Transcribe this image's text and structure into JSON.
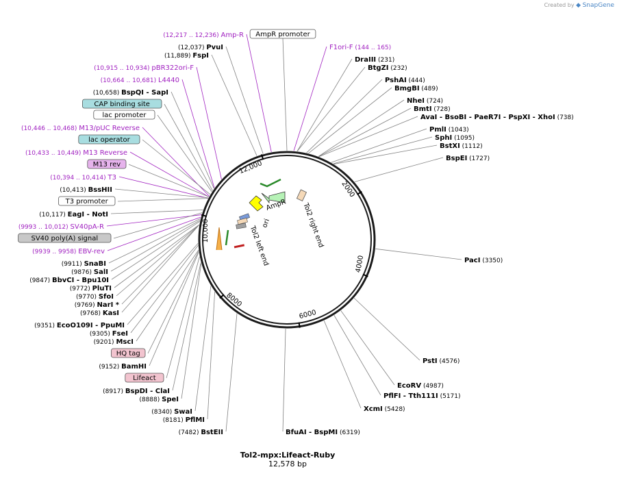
{
  "credit": {
    "prefix": "Created by",
    "brand": "SnapGene"
  },
  "plasmid": {
    "name": "Tol2-mpx:Lifeact-Ruby",
    "size_label": "12,578 bp",
    "length": 12578
  },
  "ticks": [
    "2000",
    "4000",
    "6000",
    "8000",
    "10,000",
    "12,000"
  ],
  "inner_features": [
    {
      "label": "AmpR",
      "color": "#c8f5c8"
    },
    {
      "label": "ori",
      "color": "#ffff00"
    },
    {
      "label": "Tol2 right end",
      "color": "#f5d9b8"
    },
    {
      "label": "Tol2 left end",
      "color": "#f5d9b8"
    }
  ],
  "labels": [
    {
      "id": "amp-r",
      "coord": "(12,217 .. 12,236)",
      "name": "Amp-R",
      "type": "purple",
      "pos": 12226
    },
    {
      "id": "pvui",
      "coord": "(12,037)",
      "name": "PvuI",
      "type": "enzyme",
      "pos": 12037
    },
    {
      "id": "fspi",
      "coord": "(11,889)",
      "name": "FspI",
      "type": "enzyme",
      "pos": 11889
    },
    {
      "id": "pbr322ori-f",
      "coord": "(10,915 .. 10,934)",
      "name": "pBR322ori-F",
      "type": "purple",
      "pos": 10925
    },
    {
      "id": "l4440",
      "coord": "(10,664 .. 10,681)",
      "name": "L4440",
      "type": "purple",
      "pos": 10672
    },
    {
      "id": "bspqi-sapi",
      "coord": "(10,658)",
      "name": "BspQI",
      "name2": "- SapI",
      "type": "enzyme",
      "pos": 10658
    },
    {
      "id": "cap-binding-site",
      "name": "CAP binding site",
      "type": "box",
      "bg": "#a8dde0",
      "pos": 10600
    },
    {
      "id": "lac-promoter",
      "name": "lac promoter",
      "type": "box",
      "bg": "#ffffff",
      "pos": 10570
    },
    {
      "id": "m13-puc-reverse",
      "coord": "(10,446 .. 10,468)",
      "name": "M13/pUC Reverse",
      "type": "purple",
      "pos": 10457
    },
    {
      "id": "lac-operator",
      "name": "lac operator",
      "type": "box",
      "bg": "#a8dde0",
      "pos": 10500
    },
    {
      "id": "m13-reverse",
      "coord": "(10,433 .. 10,449)",
      "name": "M13 Reverse",
      "type": "purple",
      "pos": 10441
    },
    {
      "id": "m13-rev",
      "name": "M13 rev",
      "type": "box",
      "bg": "#e6b3ec",
      "pos": 10440
    },
    {
      "id": "t3",
      "coord": "(10,394 .. 10,414)",
      "name": "T3",
      "type": "purple",
      "pos": 10404
    },
    {
      "id": "bsshii",
      "coord": "(10,413)",
      "name": "BssHII",
      "type": "enzyme",
      "pos": 10413
    },
    {
      "id": "t3-promoter",
      "name": "T3 promoter",
      "type": "box",
      "bg": "#ffffff",
      "pos": 10400
    },
    {
      "id": "eagi-noti",
      "coord": "(10,117)",
      "name": "EagI",
      "name2": "- NotI",
      "type": "enzyme",
      "pos": 10117
    },
    {
      "id": "sv40pa-r",
      "coord": "(9993 .. 10,012)",
      "name": "SV40pA-R",
      "type": "purple",
      "pos": 10002
    },
    {
      "id": "sv40-polya-signal",
      "name": "SV40 poly(A) signal",
      "type": "box",
      "bg": "#c8c8c8",
      "pos": 10050
    },
    {
      "id": "ebv-rev",
      "coord": "(9939 .. 9958)",
      "name": "EBV-rev",
      "type": "purple",
      "pos": 9948
    },
    {
      "id": "snabi",
      "coord": "(9911)",
      "name": "SnaBI",
      "type": "enzyme",
      "pos": 9911
    },
    {
      "id": "sali",
      "coord": "(9876)",
      "name": "SalI",
      "type": "enzyme",
      "pos": 9876
    },
    {
      "id": "bbvci-bpu10i",
      "coord": "(9847)",
      "name": "BbvCI",
      "name2": "- Bpu10I",
      "type": "enzyme",
      "pos": 9847
    },
    {
      "id": "plutI",
      "coord": "(9772)",
      "name": "PluTI",
      "type": "enzyme",
      "pos": 9772
    },
    {
      "id": "sfoi",
      "coord": "(9770)",
      "name": "SfoI",
      "type": "enzyme",
      "pos": 9770
    },
    {
      "id": "nari",
      "coord": "(9769)",
      "name": "NarI *",
      "type": "enzyme",
      "pos": 9769
    },
    {
      "id": "kasi",
      "coord": "(9768)",
      "name": "KasI",
      "type": "enzyme",
      "pos": 9768
    },
    {
      "id": "ecoo109i-ppumi",
      "coord": "(9351)",
      "name": "EcoO109I",
      "name2": "- PpuMI",
      "type": "enzyme",
      "pos": 9351
    },
    {
      "id": "fsei",
      "coord": "(9305)",
      "name": "FseI",
      "type": "enzyme",
      "pos": 9305
    },
    {
      "id": "msci",
      "coord": "(9201)",
      "name": "MscI",
      "type": "enzyme",
      "pos": 9201
    },
    {
      "id": "hq-tag",
      "name": "HQ tag",
      "type": "box",
      "bg": "#f2c4cf",
      "pos": 9180
    },
    {
      "id": "bamhi",
      "coord": "(9152)",
      "name": "BamHI",
      "type": "enzyme",
      "pos": 9152
    },
    {
      "id": "lifeact",
      "name": "Lifeact",
      "type": "box",
      "bg": "#f2c4cf",
      "pos": 9050
    },
    {
      "id": "bspdi-clai",
      "coord": "(8917)",
      "name": "BspDI",
      "name2": "- ClaI",
      "type": "enzyme",
      "pos": 8917
    },
    {
      "id": "spei",
      "coord": "(8888)",
      "name": "SpeI",
      "type": "enzyme",
      "pos": 8888
    },
    {
      "id": "swai",
      "coord": "(8340)",
      "name": "SwaI",
      "type": "enzyme",
      "pos": 8340
    },
    {
      "id": "pflmi",
      "coord": "(8181)",
      "name": "PflMI",
      "type": "enzyme",
      "pos": 8181
    },
    {
      "id": "bsteii",
      "coord": "(7482)",
      "name": "BstEII",
      "type": "enzyme",
      "pos": 7482
    },
    {
      "id": "bfuai-bspmi",
      "coord": "(6319)",
      "name": "BfuAI",
      "name2": "- BspMI",
      "type": "enzyme",
      "pos": 6319
    },
    {
      "id": "xcmi",
      "coord": "(5428)",
      "name": "XcmI",
      "type": "enzyme",
      "pos": 5428
    },
    {
      "id": "pflfi-tth111i",
      "coord": "(5171)",
      "name": "PflFI",
      "name2": "- Tth111I",
      "type": "enzyme",
      "pos": 5171
    },
    {
      "id": "ecorv",
      "coord": "(4987)",
      "name": "EcoRV",
      "type": "enzyme",
      "pos": 4987
    },
    {
      "id": "psti",
      "coord": "(4576)",
      "name": "PstI",
      "type": "enzyme",
      "pos": 4576
    },
    {
      "id": "paci",
      "coord": "(3350)",
      "name": "PacI",
      "type": "enzyme",
      "pos": 3350
    },
    {
      "id": "bspei",
      "coord": "(1727)",
      "name": "BspEI",
      "type": "enzyme",
      "pos": 1727
    },
    {
      "id": "bstxi",
      "coord": "(1112)",
      "name": "BstXI",
      "type": "enzyme",
      "pos": 1112
    },
    {
      "id": "sphi",
      "coord": "(1095)",
      "name": "SphI",
      "type": "enzyme",
      "pos": 1095
    },
    {
      "id": "pmli",
      "coord": "(1043)",
      "name": "PmlI",
      "type": "enzyme",
      "pos": 1043
    },
    {
      "id": "avai-group",
      "coord": "(738)",
      "name": "AvaI",
      "name2": "- BsoBI   - PaeR7I   - PspXI   - XhoI",
      "type": "enzyme",
      "pos": 738
    },
    {
      "id": "bmti",
      "coord": "(728)",
      "name": "BmtI",
      "type": "enzyme",
      "pos": 728
    },
    {
      "id": "nhei",
      "coord": "(724)",
      "name": "NheI",
      "type": "enzyme",
      "pos": 724
    },
    {
      "id": "bmgbi",
      "coord": "(489)",
      "name": "BmgBI",
      "type": "enzyme",
      "pos": 489
    },
    {
      "id": "pshai",
      "coord": "(444)",
      "name": "PshAI",
      "type": "enzyme",
      "pos": 444
    },
    {
      "id": "btgzi",
      "coord": "(232)",
      "name": "BtgZI",
      "type": "enzyme",
      "pos": 232
    },
    {
      "id": "draiii",
      "coord": "(231)",
      "name": "DraIII",
      "type": "enzyme",
      "pos": 231
    },
    {
      "id": "f1ori-f",
      "coord": "(144 .. 165)",
      "name": "F1ori-F",
      "type": "purple",
      "pos": 154
    },
    {
      "id": "ampr-promoter",
      "name": "AmpR promoter",
      "type": "box",
      "bg": "#ffffff",
      "pos": 12578
    }
  ],
  "colors": {
    "purple": "#a020c0",
    "enzyme": "#000000",
    "coord": "#000000",
    "line": "#808080",
    "ring": "#1a1a1a"
  }
}
